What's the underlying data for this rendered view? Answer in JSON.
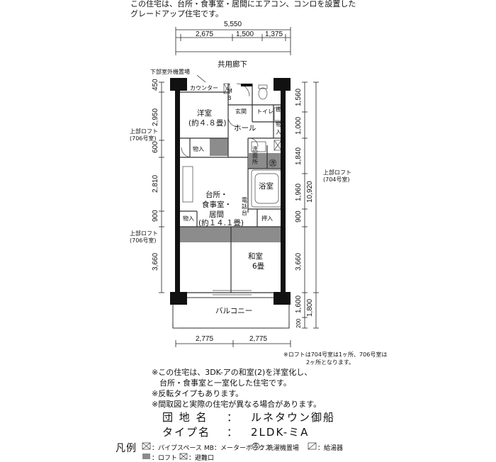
{
  "header": {
    "line1": "この住宅は、台所・食事室・居間にエアコン、コンロを設置した",
    "line2": "グレードアップ住宅です。"
  },
  "dims_top": {
    "total": "5,550",
    "seg1": "2,675",
    "seg2": "1,500",
    "seg3": "1,375"
  },
  "dims_left": {
    "d1": "450",
    "d2": "2,950",
    "d3": "600",
    "d4": "2,810",
    "d5": "900",
    "d6": "3,660"
  },
  "dims_right_inner": {
    "d1": "1,560",
    "d2": "1,000",
    "d3": "1,840",
    "d4": "1,960",
    "d5": "900",
    "d6": "3,660",
    "d7": "1,600",
    "d8": "200"
  },
  "dims_right_outer": {
    "total": "10,920",
    "bottom": "1,800"
  },
  "dims_bottom": {
    "left": "2,775",
    "right": "2,775"
  },
  "labels": {
    "corridor": "共用廊下",
    "outdoor_unit": "下部室外機置場",
    "counter": "カウンター",
    "mb_m": "M",
    "mb_b": "B",
    "genkan": "玄関",
    "toilet": "トイレ",
    "shelf": "棚",
    "mono1_a": "物",
    "mono1_b": "入",
    "hall": "ホール",
    "youshitsu": "洋室",
    "youshitsu_size": "(約４.８畳)",
    "storage": "物入",
    "senmen_a": "洗",
    "senmen_b": "面",
    "senmen_c": "所",
    "wash_mark": "洗",
    "bath": "浴室",
    "ldk1": "台所・",
    "ldk2": "食事室・",
    "ldk3": "居間",
    "ldk_size": "(約１４.１畳)",
    "phone_a": "電",
    "phone_b": "話",
    "phone_c": "台",
    "storage2": "物入",
    "oshiire": "押入",
    "washitsu": "和室",
    "washitsu_size": "6畳",
    "balcony": "バルコニー",
    "loft_left1_a": "上部ロフト",
    "loft_left1_b": "(706号室)",
    "loft_left2_a": "上部ロフト",
    "loft_left2_b": "(706号室)",
    "loft_right_a": "上部ロフト",
    "loft_right_b": "(704号室)",
    "loft_note1": "※ロフトは704号室は1ヶ所、706号室は",
    "loft_note2": "2ヶ所となります。"
  },
  "notes": [
    "※この住宅は、3DK-アの和室(2)を洋室化し、",
    "　台所・食事室と一室化した住宅です。",
    "※反転タイプもあります。",
    "※間取図と実際の住宅が異なる場合があります。"
  ],
  "info": {
    "danchi_label": "団 地 名",
    "danchi_sep": "：",
    "danchi_value": "ルネタウン御船",
    "type_label": "タイプ名",
    "type_sep": "：",
    "type_value": "2LDK-ミA"
  },
  "legend": {
    "title": "凡例",
    "pipe": "：パイプスペース",
    "mb": "MB：メーターボックス",
    "wash_mark": "洗",
    "wash": "：洗濯機置場",
    "heater": "：給湯器",
    "loft": "：ロフト",
    "escape": "：避難口"
  },
  "colors": {
    "wall": "#111111",
    "loft": "#8c8c8c",
    "line": "#222222"
  }
}
